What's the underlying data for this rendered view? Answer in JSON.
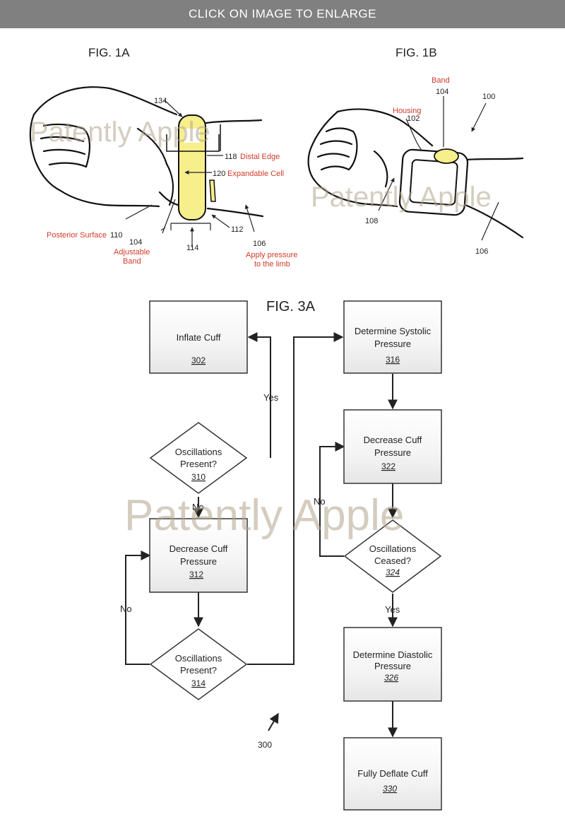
{
  "banner": {
    "label": "CLICK ON IMAGE TO ENLARGE"
  },
  "watermark": "Patently Apple",
  "fig1a": {
    "title": "FIG. 1A",
    "refs": {
      "r134": "134",
      "r118": "118",
      "r120": "120",
      "r110": "110",
      "r104": "104",
      "r114": "114",
      "r112": "112",
      "r106": "106"
    },
    "labels": {
      "distal_edge": "Distal Edge",
      "expandable_cell": "Expandable Cell",
      "posterior_surface": "Posterior Surface",
      "adjustable": "Adjustable",
      "band": "Band",
      "apply_pressure": "Apply pressure",
      "to_the_limb": "to the limb"
    }
  },
  "fig1b": {
    "title": "FIG. 1B",
    "refs": {
      "r104": "104",
      "r100": "100",
      "r102": "102",
      "r108": "108",
      "r106": "106"
    },
    "labels": {
      "band": "Band",
      "housing": "Housing"
    }
  },
  "fig3a": {
    "title": "FIG. 3A",
    "ref_300": "300",
    "steps": {
      "s302": {
        "line1": "Inflate Cuff",
        "ref": "302"
      },
      "s316": {
        "line1": "Determine Systolic",
        "line2": "Pressure",
        "ref": "316"
      },
      "s310": {
        "line1": "Oscillations",
        "line2": "Present?",
        "ref": "310"
      },
      "s322": {
        "line1": "Decrease Cuff",
        "line2": "Pressure",
        "ref": "322"
      },
      "s312": {
        "line1": "Decrease Cuff",
        "line2": "Pressure",
        "ref": "312"
      },
      "s324": {
        "line1": "Oscillations",
        "line2": "Ceased?",
        "ref": "324"
      },
      "s314": {
        "line1": "Oscillations",
        "line2": "Present?",
        "ref": "314"
      },
      "s326": {
        "line1": "Determine Diastolic",
        "line2": "Pressure",
        "ref": "326"
      },
      "s330": {
        "line1": "Fully Deflate Cuff",
        "ref": "330"
      }
    },
    "edges": {
      "yes_310": "Yes",
      "no_310": "No",
      "no_314": "No",
      "no_324": "No",
      "yes_324": "Yes"
    }
  },
  "colors": {
    "label_red": "#d23a2a",
    "band_yellow": "#f7ee8c",
    "banner_gray": "#808080",
    "watermark": "#b0a48a"
  }
}
